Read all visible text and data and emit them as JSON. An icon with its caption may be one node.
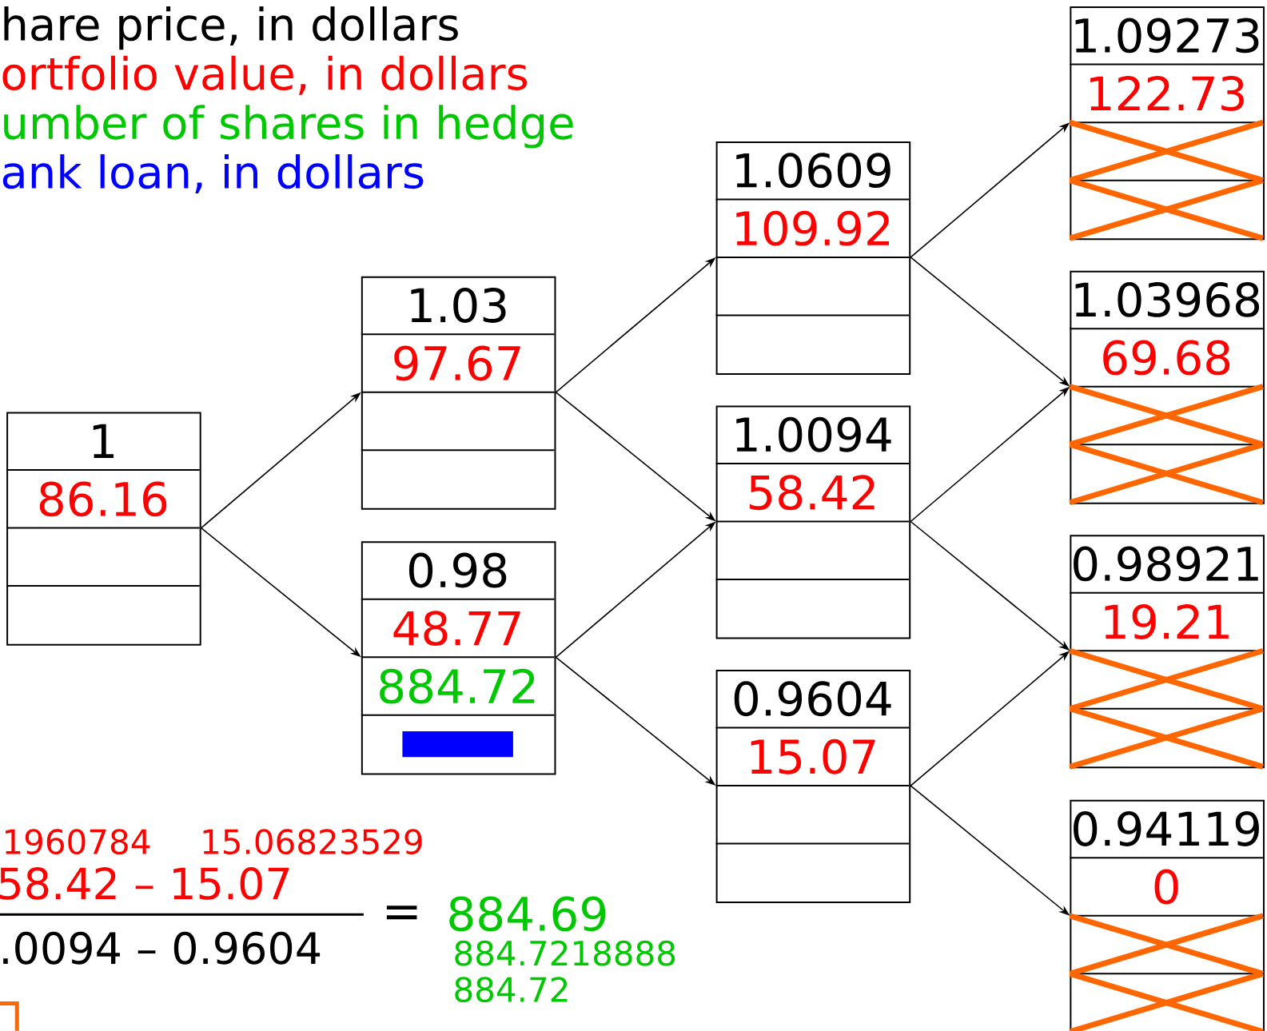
{
  "diagram": {
    "nodes": [
      {
        "text": [
          "1",
          "86.16"
        ]
      },
      {
        "text": [
          "1.03",
          "97.67"
        ]
      },
      {
        "text": [
          "0.98",
          "48.77",
          "884.72"
        ]
      },
      {
        "text": [],
        "shape": "bar",
        "in": 2
      },
      {
        "text": [
          "1.0609",
          "109.92"
        ]
      },
      {
        "text": [
          "1.0094",
          "58.42"
        ]
      },
      {
        "text": [
          "0.9604",
          "15.07"
        ]
      },
      {
        "text": [
          "1.09273",
          "122.73"
        ]
      },
      {
        "text": [
          "1.03968",
          "69.68"
        ]
      },
      {
        "text": [
          "0.98921",
          "19.21"
        ]
      },
      {
        "text": [
          "0.94119",
          "0"
        ]
      }
    ],
    "edges": [
      {
        "from": 0,
        "to": 1,
        "arrow": "to"
      },
      {
        "from": 0,
        "to": 2,
        "arrow": "to"
      },
      {
        "from": 1,
        "to": 4,
        "arrow": "to"
      },
      {
        "from": 1,
        "to": 5,
        "arrow": "to"
      },
      {
        "from": 2,
        "to": 5,
        "arrow": "to"
      },
      {
        "from": 2,
        "to": 6,
        "arrow": "to"
      },
      {
        "from": 4,
        "to": 7,
        "arrow": "to"
      },
      {
        "from": 4,
        "to": 8,
        "arrow": "to"
      },
      {
        "from": 5,
        "to": 8,
        "arrow": "to"
      },
      {
        "from": 5,
        "to": 9,
        "arrow": "to"
      },
      {
        "from": 6,
        "to": 9,
        "arrow": "to"
      },
      {
        "from": 6,
        "to": 10,
        "arrow": "to"
      }
    ],
    "labels": [
      "hare price, in dollars",
      "ortfolio value, in dollars",
      "umber of shares in hedge",
      "ank loan, in dollars",
      "1960784",
      "15.06823529",
      "58.42 – 15.07",
      ".0094 – 0.9604",
      "=",
      "884.69",
      "884.7218888",
      "884.72"
    ]
  }
}
